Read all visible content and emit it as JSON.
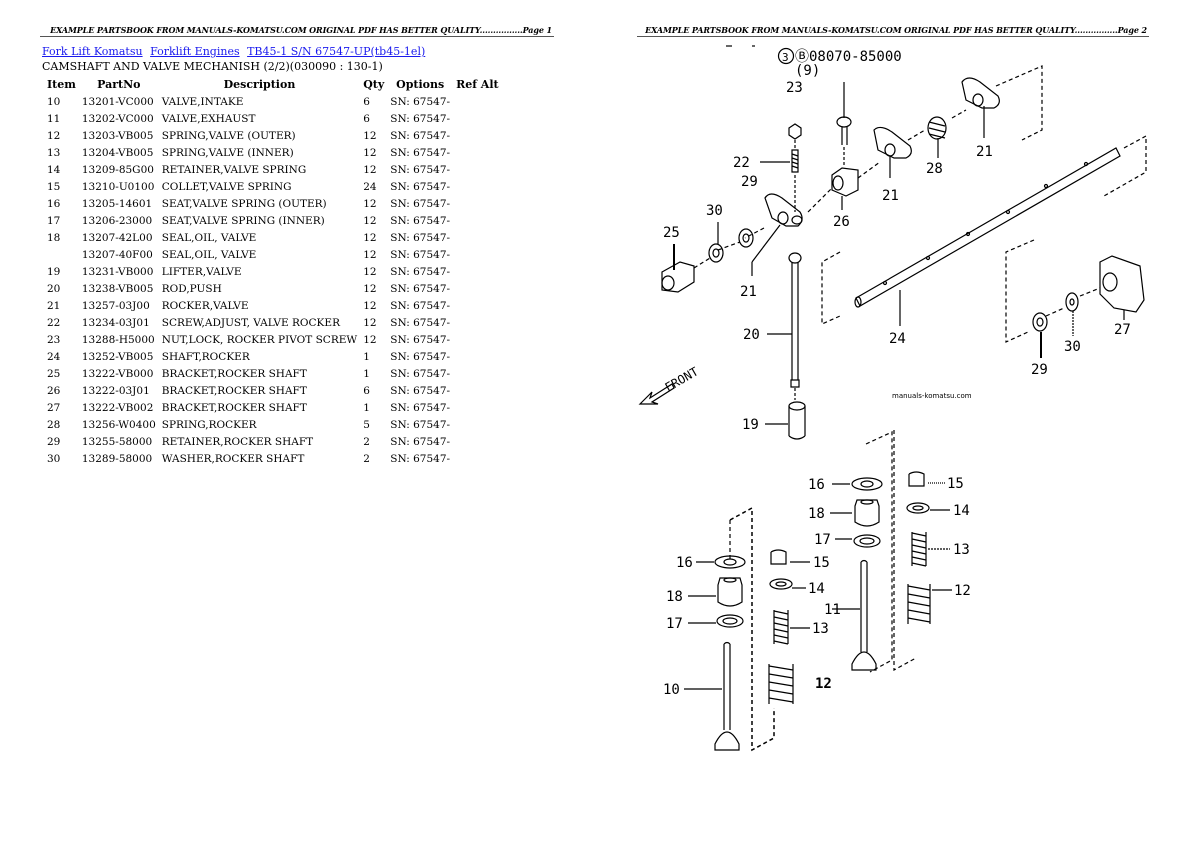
{
  "page1": {
    "header": "EXAMPLE PARTSBOOK FROM MANUALS-KOMATSU.COM ORIGINAL PDF HAS BETTER QUALITY................Page 1",
    "breadcrumbs": [
      "Fork Lift Komatsu",
      "Forklift Engines",
      "TB45-1 S/N 67547-UP(tb45-1el)"
    ],
    "subtitle": "CAMSHAFT AND VALVE  MECHANISH (2/2)(030090 : 130-1)",
    "table": {
      "columns": [
        "Item",
        "PartNo",
        "Description",
        "Qty",
        "Options",
        "Ref Alt"
      ],
      "rows": [
        {
          "item": "10",
          "part": "13201-VC000",
          "desc": "VALVE,INTAKE",
          "qty": "6",
          "opt": "SN: 67547-",
          "ref": ""
        },
        {
          "item": "11",
          "part": "13202-VC000",
          "desc": "VALVE,EXHAUST",
          "qty": "6",
          "opt": "SN: 67547-",
          "ref": ""
        },
        {
          "item": "12",
          "part": "13203-VB005",
          "desc": "SPRING,VALVE (OUTER)",
          "qty": "12",
          "opt": "SN: 67547-",
          "ref": ""
        },
        {
          "item": "13",
          "part": "13204-VB005",
          "desc": "SPRING,VALVE (INNER)",
          "qty": "12",
          "opt": "SN: 67547-",
          "ref": ""
        },
        {
          "item": "14",
          "part": "13209-85G00",
          "desc": "RETAINER,VALVE SPRING",
          "qty": "12",
          "opt": "SN: 67547-",
          "ref": ""
        },
        {
          "item": "15",
          "part": "13210-U0100",
          "desc": "COLLET,VALVE SPRING",
          "qty": "24",
          "opt": "SN: 67547-",
          "ref": ""
        },
        {
          "item": "16",
          "part": "13205-14601",
          "desc": "SEAT,VALVE SPRING (OUTER)",
          "qty": "12",
          "opt": "SN: 67547-",
          "ref": ""
        },
        {
          "item": "17",
          "part": "13206-23000",
          "desc": "SEAT,VALVE SPRING (INNER)",
          "qty": "12",
          "opt": "SN: 67547-",
          "ref": ""
        },
        {
          "item": "18",
          "part": "13207-42L00",
          "desc": "SEAL,OIL, VALVE",
          "qty": "12",
          "opt": "SN: 67547-",
          "ref": ""
        },
        {
          "item": "",
          "part": "13207-40F00",
          "desc": "SEAL,OIL, VALVE",
          "qty": "12",
          "opt": "SN: 67547-",
          "ref": ""
        },
        {
          "item": "19",
          "part": "13231-VB000",
          "desc": "LIFTER,VALVE",
          "qty": "12",
          "opt": "SN: 67547-",
          "ref": ""
        },
        {
          "item": "20",
          "part": "13238-VB005",
          "desc": "ROD,PUSH",
          "qty": "12",
          "opt": "SN: 67547-",
          "ref": ""
        },
        {
          "item": "21",
          "part": "13257-03J00",
          "desc": "ROCKER,VALVE",
          "qty": "12",
          "opt": "SN: 67547-",
          "ref": ""
        },
        {
          "item": "22",
          "part": "13234-03J01",
          "desc": "SCREW,ADJUST, VALVE ROCKER",
          "qty": "12",
          "opt": "SN: 67547-",
          "ref": ""
        },
        {
          "item": "23",
          "part": "13288-H5000",
          "desc": "NUT,LOCK, ROCKER PIVOT SCREW",
          "qty": "12",
          "opt": "SN: 67547-",
          "ref": ""
        },
        {
          "item": "24",
          "part": "13252-VB005",
          "desc": "SHAFT,ROCKER",
          "qty": "1",
          "opt": "SN: 67547-",
          "ref": ""
        },
        {
          "item": "25",
          "part": "13222-VB000",
          "desc": "BRACKET,ROCKER SHAFT",
          "qty": "1",
          "opt": "SN: 67547-",
          "ref": ""
        },
        {
          "item": "26",
          "part": "13222-03J01",
          "desc": "BRACKET,ROCKER SHAFT",
          "qty": "6",
          "opt": "SN: 67547-",
          "ref": ""
        },
        {
          "item": "27",
          "part": "13222-VB002",
          "desc": "BRACKET,ROCKER SHAFT",
          "qty": "1",
          "opt": "SN: 67547-",
          "ref": ""
        },
        {
          "item": "28",
          "part": "13256-W0400",
          "desc": "SPRING,ROCKER",
          "qty": "5",
          "opt": "SN: 67547-",
          "ref": ""
        },
        {
          "item": "29",
          "part": "13255-58000",
          "desc": "RETAINER,ROCKER SHAFT",
          "qty": "2",
          "opt": "SN: 67547-",
          "ref": ""
        },
        {
          "item": "30",
          "part": "13289-58000",
          "desc": "WASHER,ROCKER SHAFT",
          "qty": "2",
          "opt": "SN: 67547-",
          "ref": ""
        }
      ]
    }
  },
  "page2": {
    "header": "EXAMPLE PARTSBOOK FROM MANUALS-KOMATSU.COM ORIGINAL PDF HAS BETTER QUALITY................Page 2",
    "diagram": {
      "callout_part": "Ⓑ08070-85000",
      "callout_qty": "(9)",
      "front_label": "FRONT",
      "watermark": "manuals-komatsu.com",
      "labels": {
        "l23": "23",
        "l22": "22",
        "l29a": "29",
        "l30a": "30",
        "l25": "25",
        "l21a": "21",
        "l21b": "21",
        "l21c": "21",
        "l26": "26",
        "l28": "28",
        "l20": "20",
        "l24": "24",
        "l27": "27",
        "l30b": "30",
        "l29b": "29",
        "l19": "19",
        "l16a": "16",
        "l18a": "18",
        "l17a": "17",
        "l15a": "15",
        "l14a": "14",
        "l13a": "13",
        "l12a": "12",
        "l10": "10",
        "l16b": "16",
        "l18b": "18",
        "l17b": "17",
        "l11": "11",
        "l15b": "15",
        "l14b": "14",
        "l13b": "13",
        "l12b": "12"
      }
    }
  }
}
